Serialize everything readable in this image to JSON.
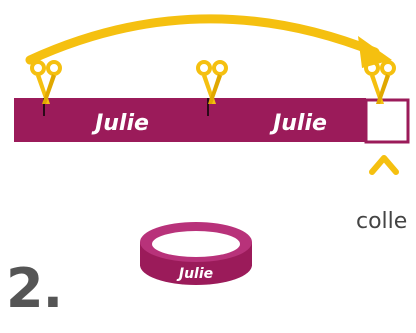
{
  "strip": {
    "segment_labels": [
      "Julie",
      "Julie"
    ],
    "color": "#9b1b5a",
    "end_fill": "#ffffff"
  },
  "bracelet": {
    "label": "Julie",
    "color": "#9b1b5a"
  },
  "annotation": {
    "text": "colle"
  },
  "step": {
    "number": "2."
  },
  "colors": {
    "accent_yellow": "#f5c010",
    "text_gray": "#555555"
  },
  "icons": [
    "scissors-icon",
    "scissors-icon",
    "scissors-icon",
    "arrow-icon",
    "chevron-up-icon"
  ]
}
